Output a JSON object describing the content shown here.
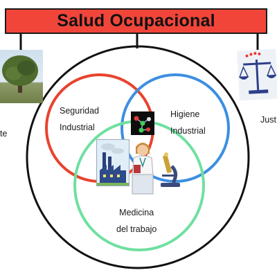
{
  "title": "Salud Ocupacional",
  "left_branch": {
    "label_fragment": "te",
    "icon": "tree-icon"
  },
  "right_branch": {
    "label_fragment": "Just",
    "icon": "scales-of-justice-icon"
  },
  "circles": [
    {
      "line1": "Seguridad",
      "line2": "Industrial",
      "color": "#e8432e"
    },
    {
      "line1": "Higiene",
      "line2": "Industrial",
      "color": "#3d8fe0"
    },
    {
      "line1": "Medicina",
      "line2": "del trabajo",
      "color": "#6fe0a0"
    }
  ],
  "outer_circle_color": "#111111",
  "icons": [
    "molecule-icon",
    "factory-icon",
    "doctor-icon",
    "microscope-icon"
  ]
}
